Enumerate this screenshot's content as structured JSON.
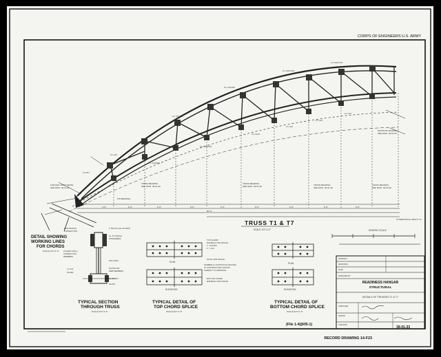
{
  "header": {
    "agency": "CORPS OF ENGINEERS U.S. ARMY"
  },
  "main": {
    "title": "TRUSS T1 & T7",
    "scale": "SCALE 1/4\"=1'-0\""
  },
  "detail_working_lines": {
    "title_line1": "DETAIL SHOWING",
    "title_line2": "WORKING LINES",
    "title_line3": "FOR CHORDS",
    "scale": "SCALE 1/2\"=1'-0\""
  },
  "sections": {
    "section_through_truss": {
      "line1": "TYPICAL SECTION",
      "line2": "THROUGH TRUSS",
      "scale": "SCALE 3/4\"=1'-0\""
    },
    "top_chord_splice": {
      "line1": "TYPICAL DETAIL OF",
      "line2": "TOP CHORD SPLICE",
      "scale": "SCALE 3/4\"=1'-0\""
    },
    "bottom_chord_splice": {
      "line1": "TYPICAL DETAIL OF",
      "line2": "BOTTOM CHORD SPLICE",
      "scale": "SCALE 3/4\"=1'-0\""
    }
  },
  "views": {
    "plan": "PLAN",
    "elevation": "ELEVATION"
  },
  "graphic_scale": {
    "label": "GRAPHIC SCALE"
  },
  "title_block": {
    "project": "READINESS HANGAR",
    "category": "STRUCTURAL",
    "subtitle": "DETAILS OF TRUSSES T1 & T7",
    "sheet_number": "39-01-33"
  },
  "footer": {
    "file": "(File 1-4)(605-1)",
    "record": "RECORD DRAWING 14-F23"
  }
}
